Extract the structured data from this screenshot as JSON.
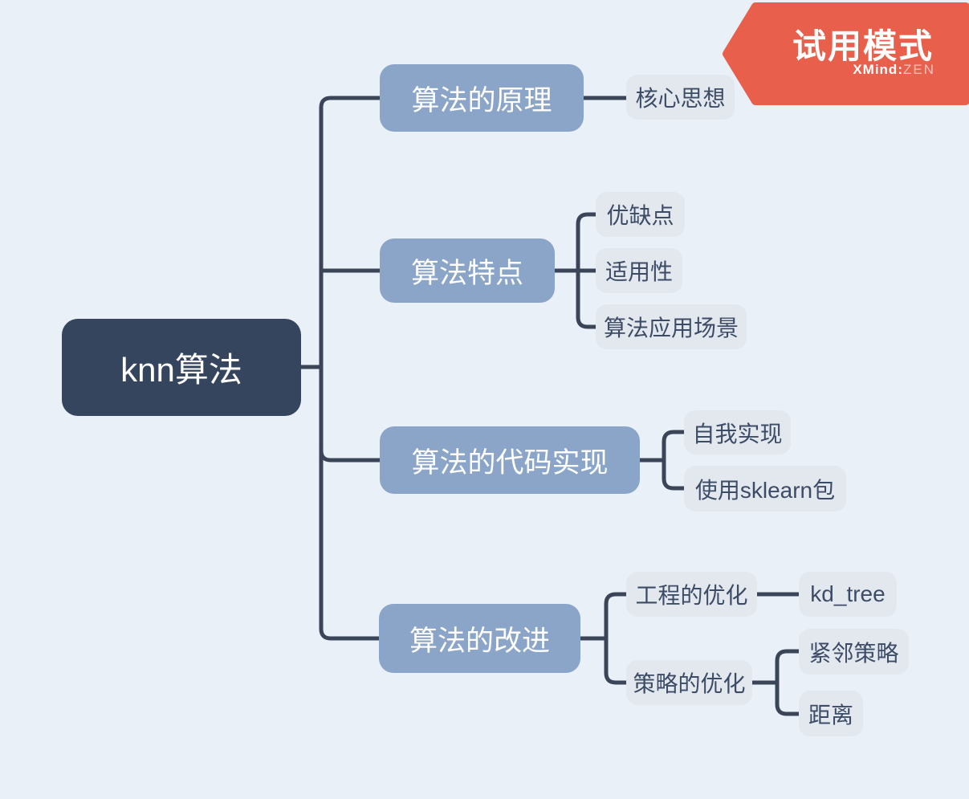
{
  "app": {
    "trial_badge_label": "试用模式",
    "brand_bold": "XMind",
    "brand_sep": ":",
    "brand_light": "ZEN"
  },
  "colors": {
    "canvas-bg": "#eaf0f8",
    "node-dark": "#36455e",
    "node-blue": "#8ba5c9",
    "node-gray": "#e3e8ef",
    "text-dark": "#3d4c66",
    "line": "#3b4558",
    "banner": "#e8604c"
  },
  "mindmap": {
    "root": {
      "label": "knn算法"
    },
    "branches": [
      {
        "label": "算法的原理",
        "children": [
          {
            "label": "核心思想"
          }
        ]
      },
      {
        "label": "算法特点",
        "children": [
          {
            "label": "优缺点"
          },
          {
            "label": "适用性"
          },
          {
            "label": "算法应用场景"
          }
        ]
      },
      {
        "label": "算法的代码实现",
        "children": [
          {
            "label": "自我实现"
          },
          {
            "label": "使用sklearn包"
          }
        ]
      },
      {
        "label": "算法的改进",
        "children": [
          {
            "label": "工程的优化",
            "children": [
              {
                "label": "kd_tree"
              }
            ]
          },
          {
            "label": "策略的优化",
            "children": [
              {
                "label": "紧邻策略"
              },
              {
                "label": "距离"
              }
            ]
          }
        ]
      }
    ]
  }
}
